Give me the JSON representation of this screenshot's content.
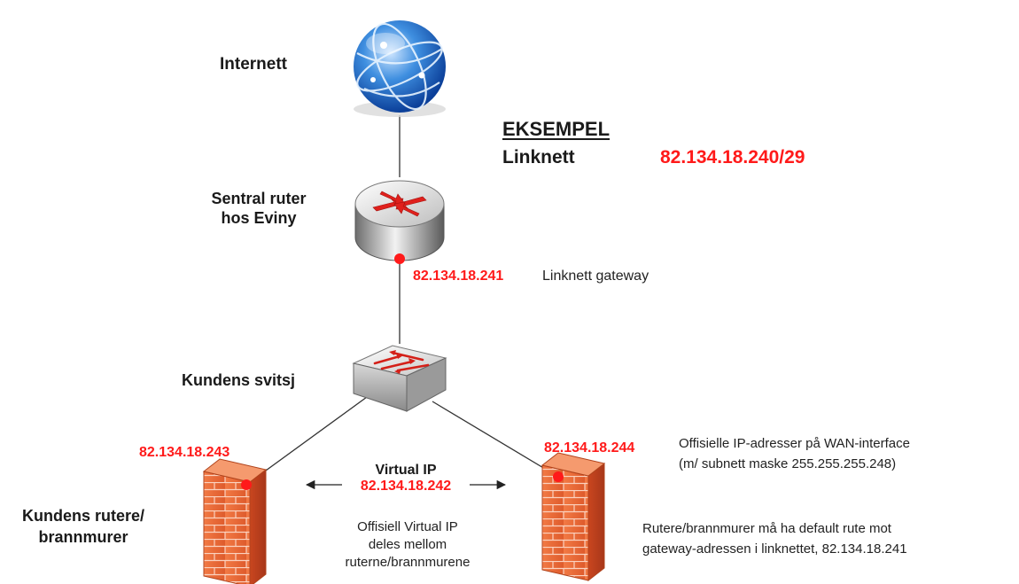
{
  "colors": {
    "ip_red": "#ff1a1a",
    "line": "#333333",
    "text": "#1a1a1a",
    "firewall": "#e9683a"
  },
  "icons": {
    "internet": "globe-icon",
    "router": "router-icon",
    "switch": "switch-icon",
    "firewall": "firewall-icon"
  },
  "labels": {
    "internet": "Internett",
    "example_heading": "EKSEMPEL",
    "linknett": "Linknett",
    "linknett_subnet": "82.134.18.240/29",
    "router_line1": "Sentral ruter",
    "router_line2": "hos Eviny",
    "gateway_ip": "82.134.18.241",
    "gateway_label": "Linknett gateway",
    "switch": "Kundens svitsj",
    "fw_left_ip": "82.134.18.243",
    "fw_right_ip": "82.134.18.244",
    "fw_group_line1": "Kundens rutere/",
    "fw_group_line2": "brannmurer",
    "virtual_ip_title": "Virtual IP",
    "virtual_ip": "82.134.18.242",
    "vip_note_line1": "Offisiell Virtual IP",
    "vip_note_line2": "deles mellom",
    "vip_note_line3": "ruterne/brannmurene",
    "wan_note_line1": "Offisielle IP-adresser på WAN-interface",
    "wan_note_line2": "(m/ subnett maske 255.255.255.248)",
    "route_note_line1": "Rutere/brannmurer må ha default rute mot",
    "route_note_line2": "gateway-adressen i linknettet, 82.134.18.241"
  }
}
